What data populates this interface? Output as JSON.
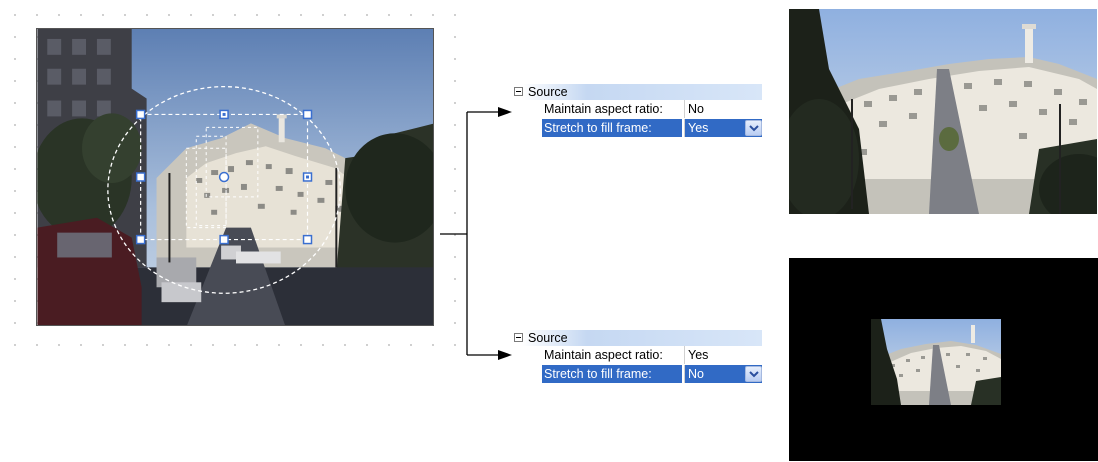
{
  "editor": {
    "photo": "street scene with hillside city and tower",
    "selection_handles": 8
  },
  "panels": [
    {
      "section_label": "Source",
      "rows": [
        {
          "name": "Maintain aspect ratio:",
          "value": "No",
          "selected": false
        },
        {
          "name": "Stretch to fill frame:",
          "value": "Yes",
          "selected": true
        }
      ]
    },
    {
      "section_label": "Source",
      "rows": [
        {
          "name": "Maintain aspect ratio:",
          "value": "Yes",
          "selected": false
        },
        {
          "name": "Stretch to fill frame:",
          "value": "No",
          "selected": true
        }
      ]
    }
  ],
  "colors": {
    "selection_blue": "#316ac5",
    "header_gradient": "#c5d8f2",
    "handle_blue": "#3a6fd0"
  },
  "icons": [
    "collapse-minus-icon",
    "dropdown-chevron-icon",
    "arrow-right-icon"
  ]
}
